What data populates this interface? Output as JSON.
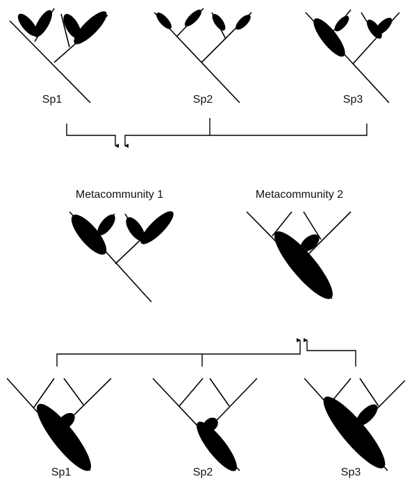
{
  "labels": {
    "top_sp1": "Sp1",
    "top_sp2": "Sp2",
    "top_sp3": "Sp3",
    "meta1": "Metacommunity 1",
    "meta2": "Metacommunity 2",
    "bottom_sp1": "Sp1",
    "bottom_sp2": "Sp2",
    "bottom_sp3": "Sp3"
  },
  "colors": {
    "ink": "#000000",
    "background": "#ffffff"
  }
}
